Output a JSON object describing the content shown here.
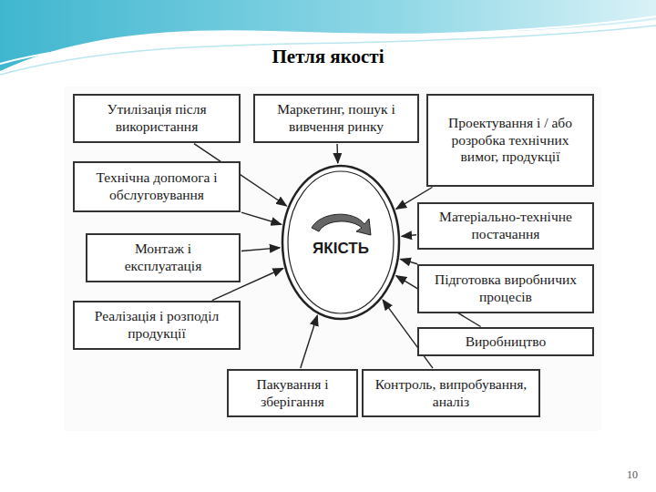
{
  "diagram": {
    "title": "Петля якості",
    "nodes": [
      {
        "text": [
          "Утилізація після використання"
        ]
      },
      {
        "text": [
          "Маркетинг, пошук і вивчення ринку"
        ]
      },
      {
        "text": [
          "Проектування і / або розробка технічних вимог, продукції"
        ]
      },
      {
        "text": [
          "Технічна допомога і обслуговування"
        ]
      },
      {
        "text": [
          "ЯКІСТЬ"
        ]
      },
      {
        "text": [
          "Матеріально-технічне постачання"
        ]
      },
      {
        "text": [
          "Монтаж і експлуатація"
        ]
      },
      {
        "text": [
          "Підготовка виробничих процесів"
        ]
      },
      {
        "text": [
          "Реалізація і розподіл продукції"
        ]
      },
      {
        "text": [
          "Виробництво"
        ]
      },
      {
        "text": [
          "Пакування і зберігання"
        ]
      },
      {
        "text": [
          "Контроль, випробування, аналіз"
        ]
      }
    ],
    "edges": [
      {
        "from": 0,
        "to": 4,
        "arrow": "to"
      },
      {
        "from": 1,
        "to": 4,
        "arrow": "to"
      },
      {
        "from": 2,
        "to": 4,
        "arrow": "to"
      },
      {
        "from": 3,
        "to": 4,
        "arrow": "to"
      },
      {
        "from": 5,
        "to": 4,
        "arrow": "to"
      },
      {
        "from": 6,
        "to": 4,
        "arrow": "to"
      },
      {
        "from": 7,
        "to": 4,
        "arrow": "to"
      },
      {
        "from": 8,
        "to": 4,
        "arrow": "to"
      },
      {
        "from": 9,
        "to": 4,
        "arrow": "to"
      },
      {
        "from": 10,
        "to": 4,
        "arrow": "to"
      },
      {
        "from": 11,
        "to": 4,
        "arrow": "to"
      }
    ],
    "labels": [
      "10"
    ]
  }
}
